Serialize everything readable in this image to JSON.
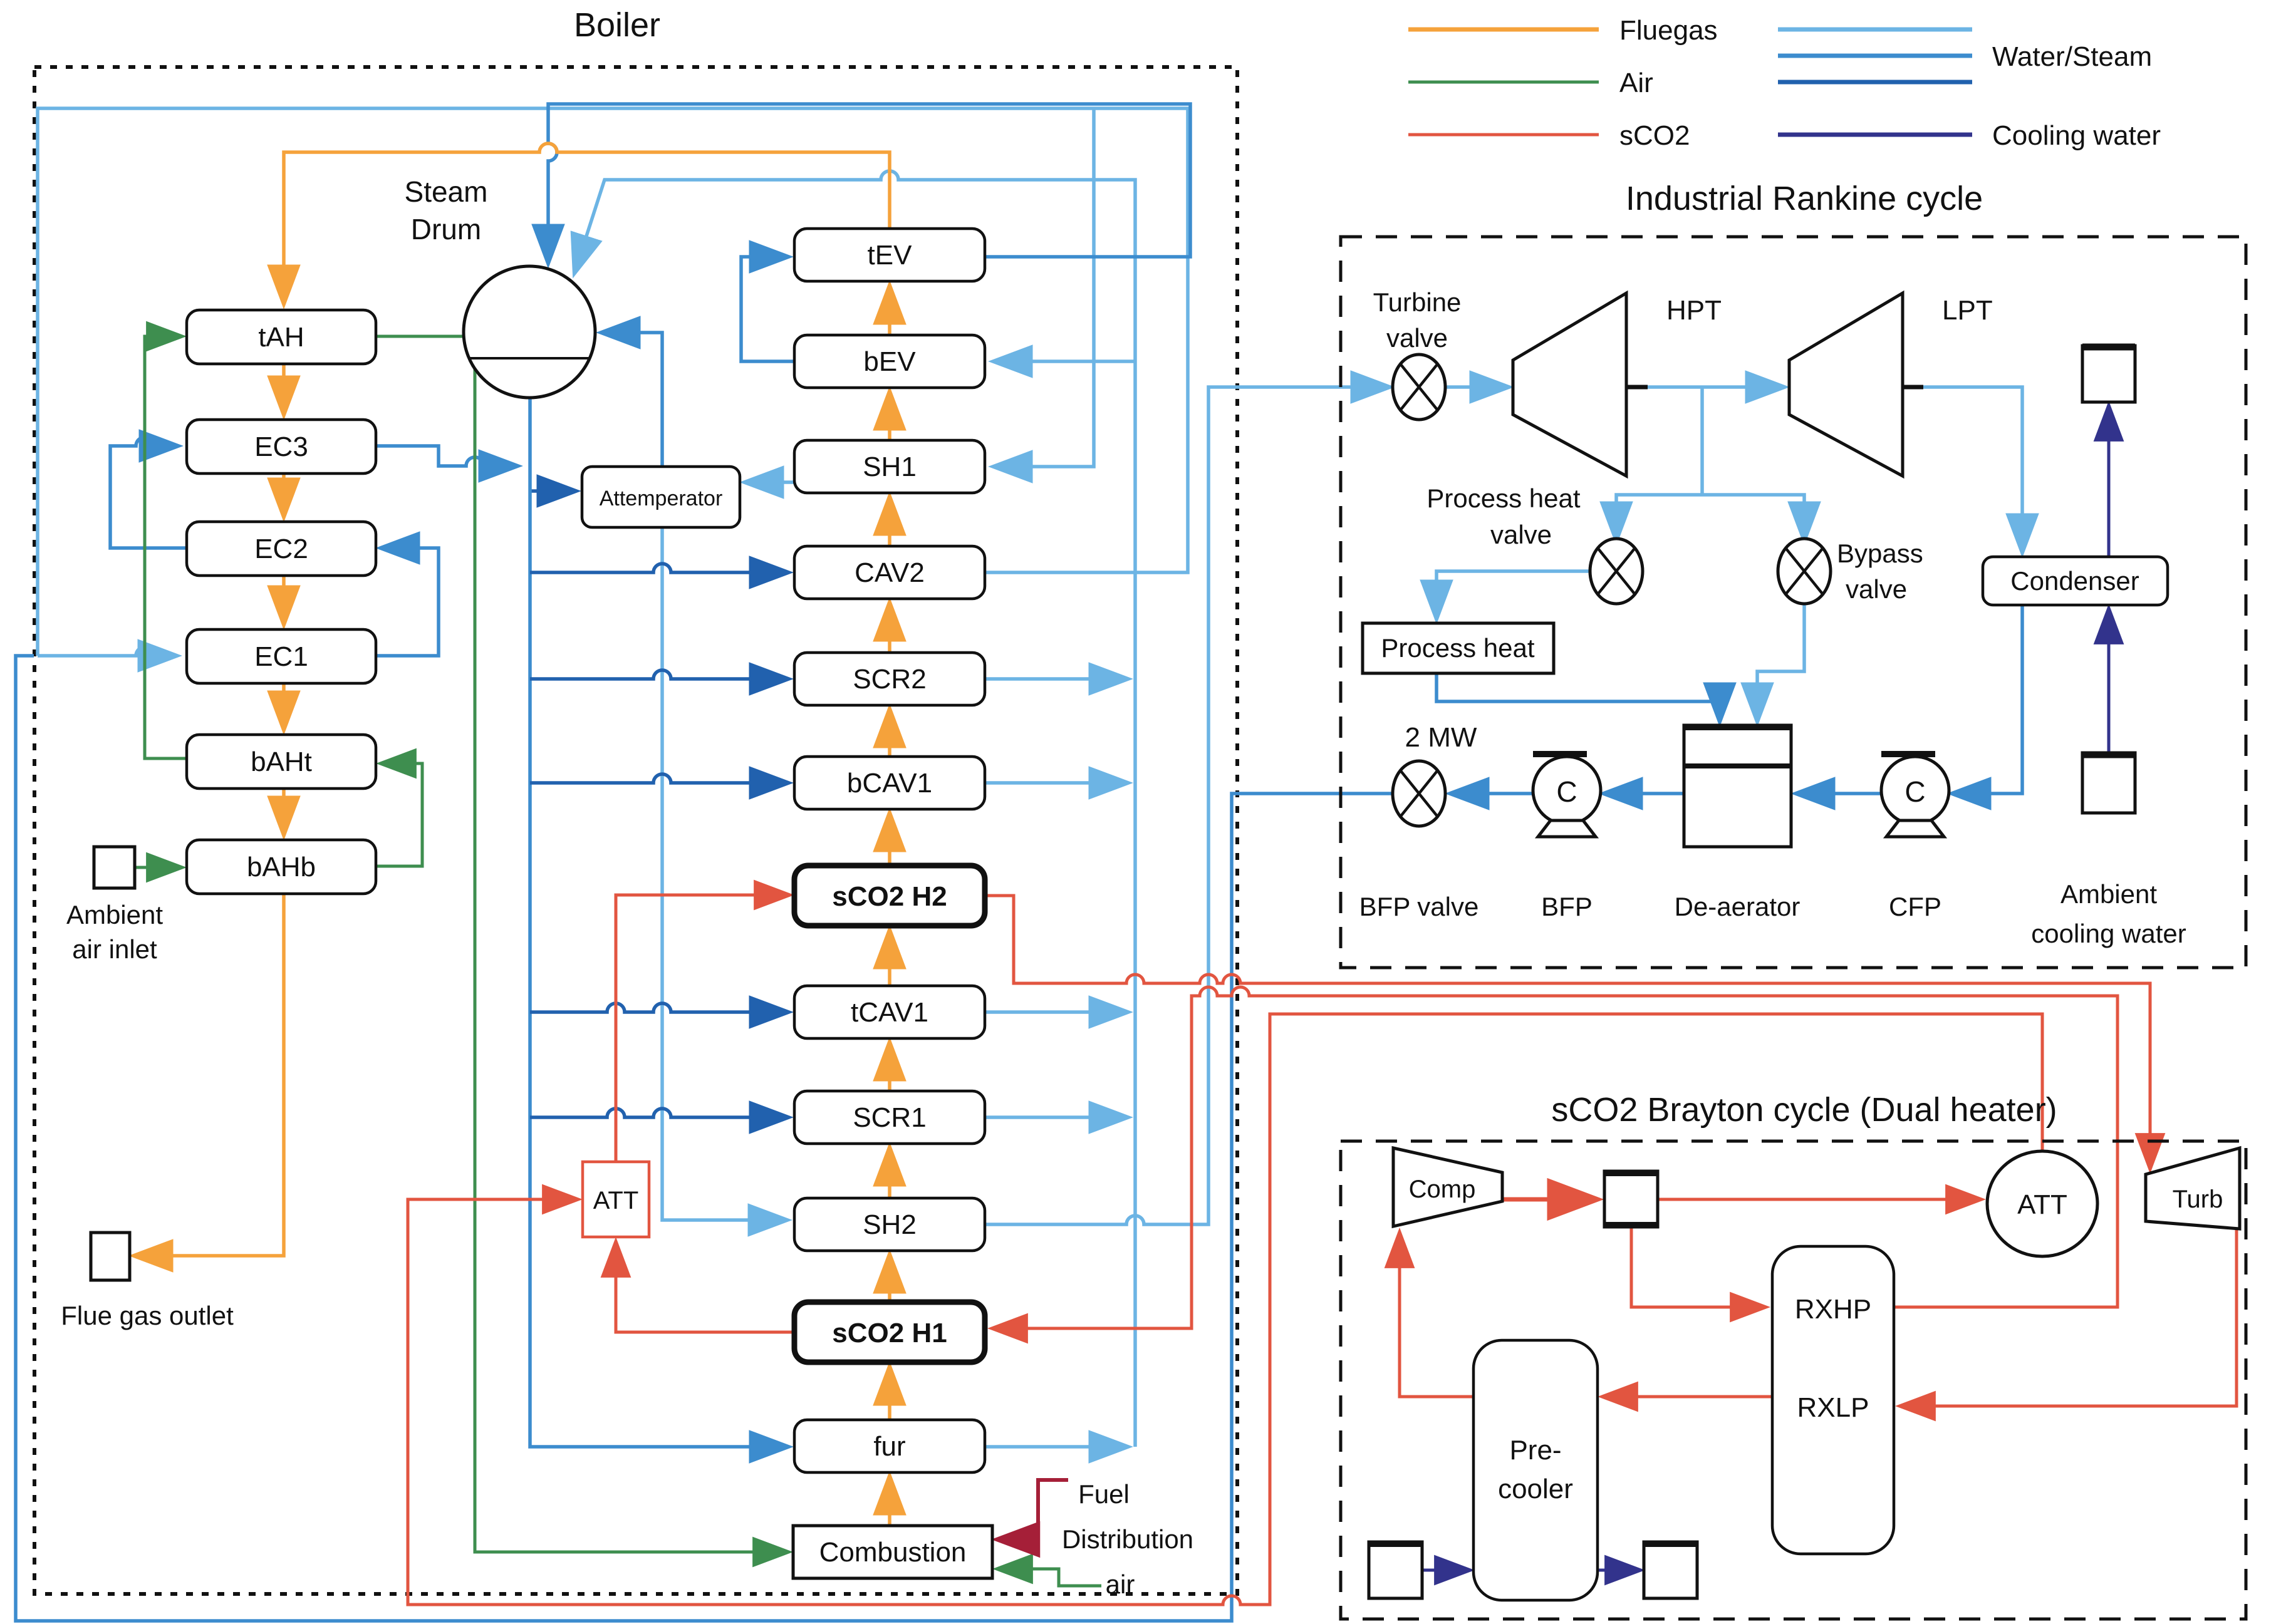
{
  "colors": {
    "fluegas": "#F5A23B",
    "air": "#3E8E4F",
    "sco2": "#E25540",
    "fuel": "#A51F38",
    "steam_light": "#6CB4E4",
    "steam_mid": "#3C8CCE",
    "steam_dark": "#2161AE",
    "cooling_water": "#32338C",
    "outline": "#111111"
  },
  "legend": {
    "fluegas": "Fluegas",
    "air": "Air",
    "sco2": "sCO2",
    "water_steam": "Water/Steam",
    "cooling_water": "Cooling water"
  },
  "boiler": {
    "title": "Boiler",
    "steam_drum": [
      "Steam",
      "Drum"
    ],
    "left_column": [
      "tAH",
      "EC3",
      "EC2",
      "EC1",
      "bAHt",
      "bAHb"
    ],
    "middle_column": [
      "tEV",
      "bEV",
      "SH1",
      "CAV2",
      "SCR2",
      "bCAV1",
      "sCO2 H2",
      "tCAV1",
      "SCR1",
      "SH2",
      "sCO2 H1",
      "fur"
    ],
    "combustion": "Combustion",
    "attemperator": "Attemperator",
    "att_box": "ATT",
    "ambient_air_inlet": [
      "Ambient",
      "air inlet"
    ],
    "flue_gas_outlet": "Flue gas outlet",
    "fuel": "Fuel",
    "distribution_air": [
      "Distribution",
      "air"
    ]
  },
  "rankine": {
    "title": "Industrial Rankine cycle",
    "turbine_valve": [
      "Turbine",
      "valve"
    ],
    "hpt": "HPT",
    "lpt": "LPT",
    "process_heat_valve": [
      "Process heat",
      "valve"
    ],
    "bypass_valve": [
      "Bypass",
      "valve"
    ],
    "condenser": "Condenser",
    "process_heat_box": "Process heat",
    "process_heat_duty": "2 MW",
    "bfp_valve": "BFP valve",
    "bfp": "BFP",
    "pump_glyph": "C",
    "deaerator": "De-aerator",
    "cfp": "CFP",
    "ambient_cooling_water": [
      "Ambient",
      "cooling water"
    ]
  },
  "brayton": {
    "title": "sCO2 Brayton cycle (Dual heater)",
    "comp": "Comp",
    "att": "ATT",
    "turb": "Turb",
    "rxhp": "RXHP",
    "rxlp": "RXLP",
    "precooler": [
      "Pre-",
      "cooler"
    ]
  }
}
